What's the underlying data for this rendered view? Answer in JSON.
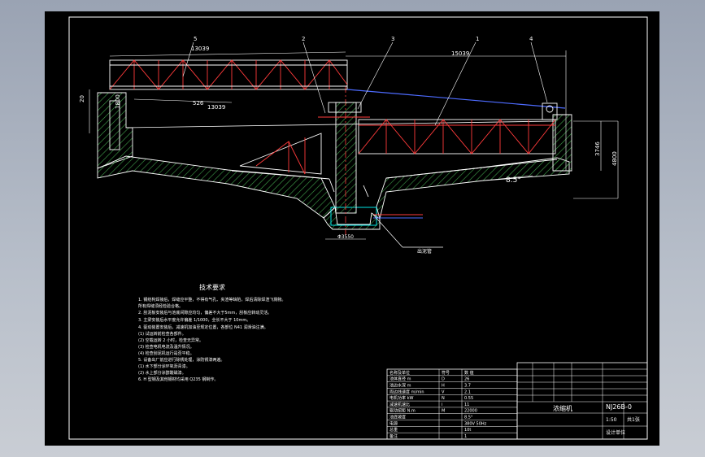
{
  "drawing": {
    "callouts": [
      "5",
      "2",
      "3",
      "1",
      "4"
    ],
    "dims": {
      "top_left": "13039",
      "top_right": "15039",
      "mid_left_a": "526",
      "mid_left_b": "13039",
      "left_side": "20",
      "left_vert": "1800",
      "right_a": "3746",
      "right_b": "4800",
      "slope": "8.5°",
      "bottom": "Φ3550",
      "pipe_label": "出泥管"
    }
  },
  "notes": {
    "title": "技术要求",
    "lines": [
      "1. 钢结构焊接后，焊缝应平整，不得有气孔、夹渣等缺陷，焊后清除焊渣飞溅物。",
      "   所有焊缝须经检验合格。",
      "2. 刮泥板安装后与池底间隙应均匀，偏差不大于5mm，刮板应转动灵活。",
      "3. 主梁安装后水平度允许偏差 1/1000，全长不大于 10mm。",
      "4. 驱动装置安装后，减速机加油至规定位置，各部位 N41 润滑油注满。",
      "(1) 试运转前检查各部件。",
      "(2) 空载运转 2 小时，检查无异常。",
      "(3) 检查电机电流及温升情况。",
      "(4) 检查刮泥机运行是否平稳。",
      "5. 设备出厂前应进行除锈处理，涂防锈漆两遍。",
      "(1) 水下部分涂环氧沥青漆。",
      "(2) 水上部分涂醇酸磁漆。",
      "6. H 型钢及其他钢材均采用 Q235 钢制作。"
    ]
  },
  "spec_table": {
    "headers": [
      "名称及单位",
      "符号",
      "数 值"
    ],
    "rows": [
      [
        "池体直径 m",
        "D",
        "26"
      ],
      [
        "池边水深 m",
        "H",
        "3.7"
      ],
      [
        "周边线速度 m/min",
        "V",
        "2.1"
      ],
      [
        "电机功率 kW",
        "N",
        "0.55"
      ],
      [
        "减速机速比",
        "i",
        "11"
      ],
      [
        "驱动扭矩 N.m",
        "M",
        "22000"
      ],
      [
        "池底坡度",
        "",
        "8.5°"
      ],
      [
        "电源",
        "",
        "380V 50Hz"
      ],
      [
        "总重",
        "",
        "10t"
      ],
      [
        "备注",
        "",
        "1"
      ]
    ]
  },
  "title_block": {
    "name": "浓缩机",
    "code": "NJ26B-0",
    "scale": "1:50",
    "sheet": "共1张",
    "unit": "设计单位"
  }
}
